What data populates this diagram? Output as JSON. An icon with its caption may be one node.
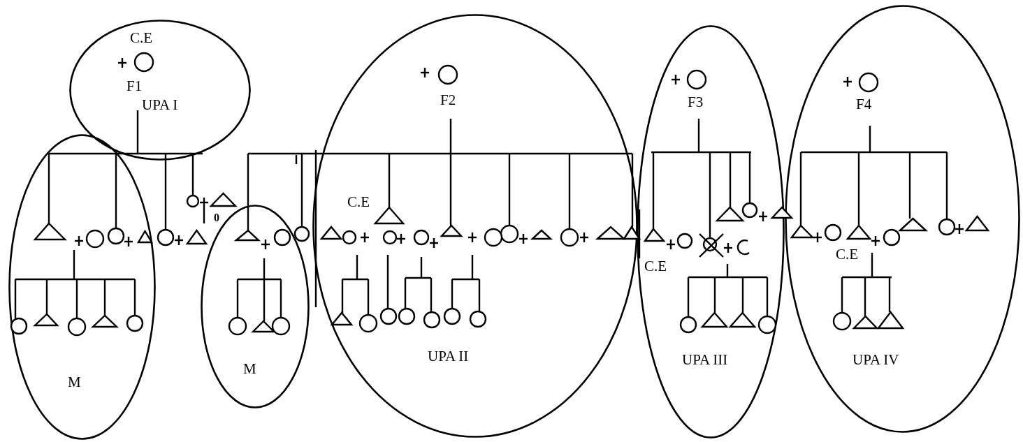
{
  "diagram": {
    "nodes": [
      {
        "text": [
          "C.E",
          "F1",
          "UPA I"
        ]
      },
      {
        "text": [
          "M"
        ]
      },
      {
        "text": [
          "M"
        ]
      },
      {
        "text": [
          "F2",
          "C.E",
          "UPA II"
        ]
      },
      {
        "text": [
          "F3",
          "C.E",
          "UPA III"
        ]
      },
      {
        "text": [
          "F4",
          "C.E",
          "UPA IV"
        ]
      }
    ],
    "labels": [
      "0"
    ]
  }
}
